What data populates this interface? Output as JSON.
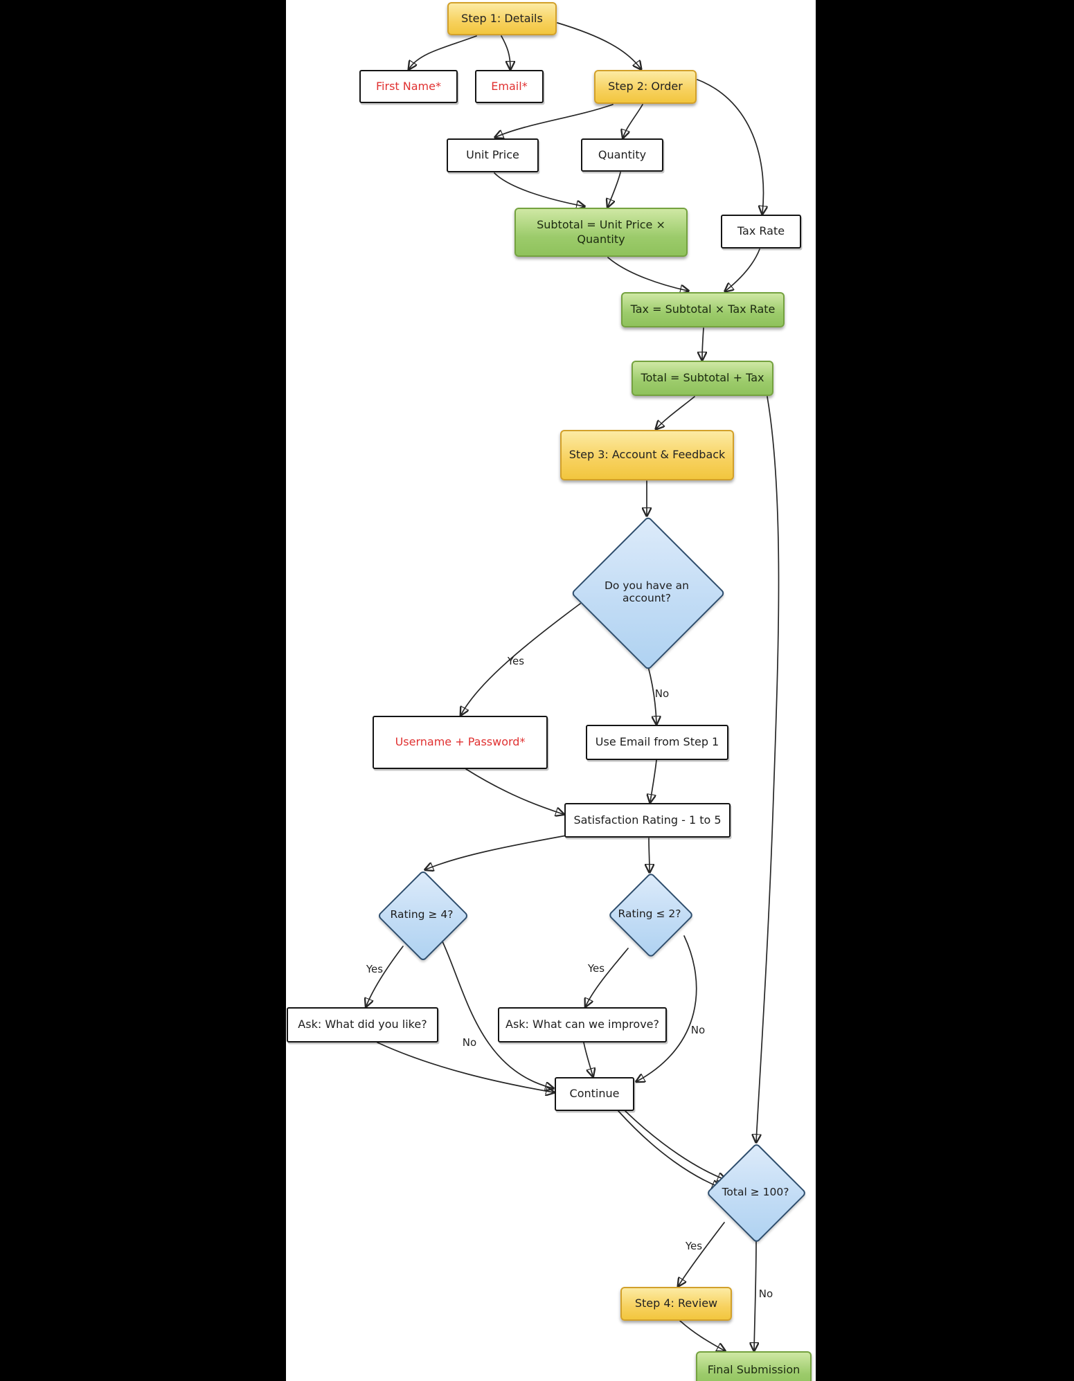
{
  "diagram": {
    "type": "flowchart",
    "style": "hand-drawn",
    "colors": {
      "letterbox": "#000000",
      "canvas": "#FFFFFF",
      "step_fill": "#F7D15E",
      "step_border": "#D2A02A",
      "computation_fill": "#9CCB6B",
      "computation_border": "#74A23F",
      "decision_fill": "#C2DCF5",
      "decision_border": "#2E4E6E",
      "required_text": "#E03131",
      "line": "#262626"
    }
  },
  "nodes": {
    "step1": {
      "label": "Step 1: Details",
      "type": "step"
    },
    "first_name": {
      "label": "First Name*",
      "type": "required-field"
    },
    "email": {
      "label": "Email*",
      "type": "required-field"
    },
    "step2": {
      "label": "Step 2: Order",
      "type": "step"
    },
    "unit_price": {
      "label": "Unit Price",
      "type": "field"
    },
    "quantity": {
      "label": "Quantity",
      "type": "field"
    },
    "subtotal": {
      "label": "Subtotal = Unit Price × Quantity",
      "type": "computation"
    },
    "tax_rate": {
      "label": "Tax Rate",
      "type": "field"
    },
    "tax": {
      "label": "Tax = Subtotal × Tax Rate",
      "type": "computation"
    },
    "total": {
      "label": "Total = Subtotal + Tax",
      "type": "computation"
    },
    "step3": {
      "label": "Step 3: Account & Feedback",
      "type": "step"
    },
    "have_account": {
      "label": "Do you have an account?",
      "type": "decision"
    },
    "username": {
      "label": "Username + Password*",
      "type": "required-field"
    },
    "use_email": {
      "label": "Use Email from Step 1",
      "type": "field"
    },
    "satisfaction": {
      "label": "Satisfaction Rating - 1 to 5",
      "type": "field"
    },
    "rating_ge4": {
      "label": "Rating ≥ 4?",
      "type": "decision"
    },
    "rating_le2": {
      "label": "Rating ≤ 2?",
      "type": "decision"
    },
    "ask_like": {
      "label": "Ask: What did you like?",
      "type": "field"
    },
    "ask_improve": {
      "label": "Ask: What can we improve?",
      "type": "field"
    },
    "continue_node": {
      "label": "Continue",
      "type": "field"
    },
    "total_ge100": {
      "label": "Total ≥ 100?",
      "type": "decision"
    },
    "step4": {
      "label": "Step 4: Review",
      "type": "step"
    },
    "final": {
      "label": "Final Submission",
      "type": "computation"
    }
  },
  "edge_labels": {
    "account_yes": "Yes",
    "account_no": "No",
    "rating4_yes": "Yes",
    "rating4_no": "No",
    "rating2_yes": "Yes",
    "rating2_no": "No",
    "total_yes": "Yes",
    "total_no": "No"
  }
}
